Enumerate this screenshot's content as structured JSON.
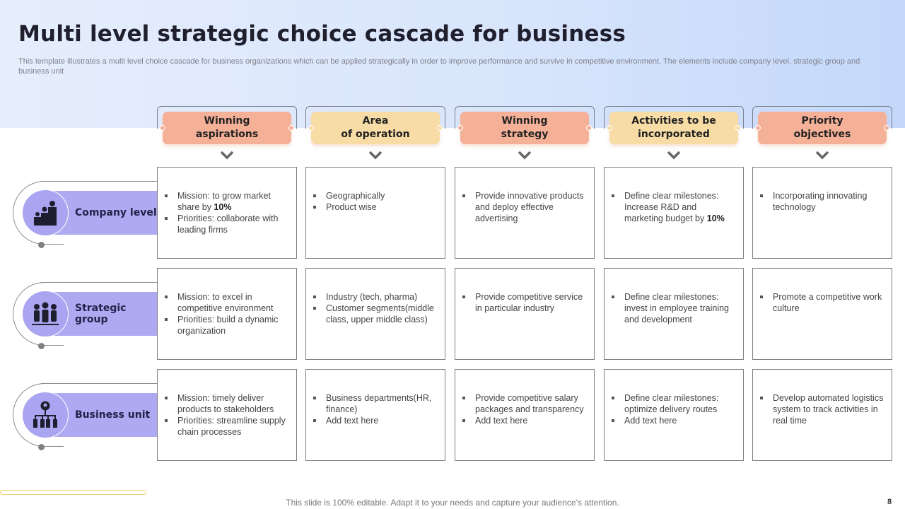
{
  "title": "Multi level strategic choice cascade for business",
  "subtitle": "This template illustrates a multi level choice cascade for business organizations which can be applied strategically in order to improve performance and survive in competitive environment. The elements include company level, strategic group and business unit",
  "colors": {
    "salmon": "#f5b098",
    "yellow": "#f8dca6",
    "level_purple": "#aeaaf2"
  },
  "columns": [
    {
      "label": "Winning\naspirations",
      "color": "#f5b098"
    },
    {
      "label": "Area\nof operation",
      "color": "#f8dca6"
    },
    {
      "label": "Winning\nstrategy",
      "color": "#f5b098"
    },
    {
      "label": "Activities to be\nincorporated",
      "color": "#f8dca6"
    },
    {
      "label": "Priority\nobjectives",
      "color": "#f5b098"
    }
  ],
  "rows": [
    {
      "label": "Company level",
      "icon": "podium-ranking-icon",
      "cells": [
        [
          [
            {
              "t": "Mission: to grow market share by "
            },
            {
              "t": "10%",
              "b": true
            }
          ],
          [
            {
              "t": "Priorities: collaborate with leading firms"
            }
          ]
        ],
        [
          [
            {
              "t": "Geographically"
            }
          ],
          [
            {
              "t": "Product wise"
            }
          ]
        ],
        [
          [
            {
              "t": "Provide innovative products and deploy effective advertising"
            }
          ]
        ],
        [
          [
            {
              "t": "Define clear milestones: Increase R&D and marketing budget by "
            },
            {
              "t": "10%",
              "b": true
            }
          ]
        ],
        [
          [
            {
              "t": "Incorporating innovating technology"
            }
          ]
        ]
      ]
    },
    {
      "label": "Strategic group",
      "icon": "group-people-icon",
      "cells": [
        [
          [
            {
              "t": "Mission: to excel in competitive environment"
            }
          ],
          [
            {
              "t": "Priorities: build a dynamic organization"
            }
          ]
        ],
        [
          [
            {
              "t": "Industry (tech, pharma)"
            }
          ],
          [
            {
              "t": "Customer segments(middle class, upper middle class)"
            }
          ]
        ],
        [
          [
            {
              "t": "Provide competitive service in particular industry"
            }
          ]
        ],
        [
          [
            {
              "t": "Define clear milestones: invest in employee training and development"
            }
          ]
        ],
        [
          [
            {
              "t": "Promote a competitive work culture"
            }
          ]
        ]
      ]
    },
    {
      "label": "Business unit",
      "icon": "org-hierarchy-icon",
      "cells": [
        [
          [
            {
              "t": "Mission: timely deliver products to stakeholders"
            }
          ],
          [
            {
              "t": "Priorities: streamline supply chain processes"
            }
          ]
        ],
        [
          [
            {
              "t": "Business departments(HR, finance)"
            }
          ],
          [
            {
              "t": "Add text here"
            }
          ]
        ],
        [
          [
            {
              "t": "Provide competitive salary packages and transparency"
            }
          ],
          [
            {
              "t": "Add text here"
            }
          ]
        ],
        [
          [
            {
              "t": "Define clear milestones: optimize delivery routes"
            }
          ],
          [
            {
              "t": "Add text here"
            }
          ]
        ],
        [
          [
            {
              "t": "Develop automated logistics system to track activities in real time"
            }
          ]
        ]
      ]
    }
  ],
  "footer": "This slide is 100% editable. Adapt it to your needs and capture your audience’s attention.",
  "page_number": "8"
}
